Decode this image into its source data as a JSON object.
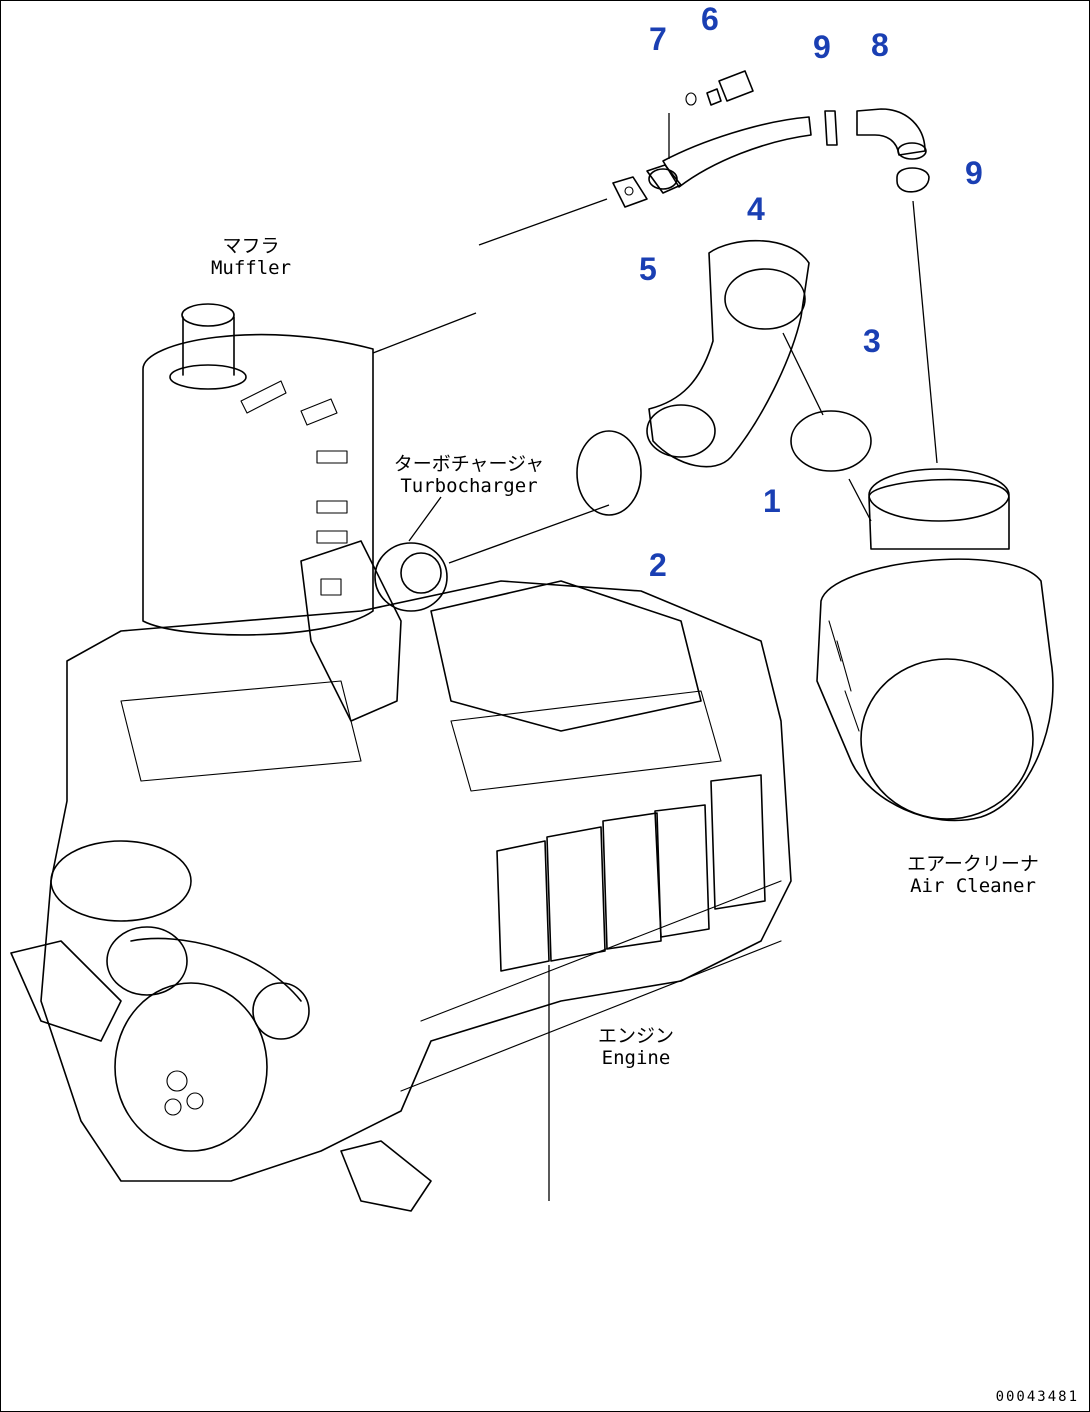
{
  "callouts": [
    {
      "id": "1",
      "text": "1"
    },
    {
      "id": "2",
      "text": "2"
    },
    {
      "id": "3",
      "text": "3"
    },
    {
      "id": "4",
      "text": "4"
    },
    {
      "id": "5",
      "text": "5"
    },
    {
      "id": "6",
      "text": "6"
    },
    {
      "id": "7",
      "text": "7"
    },
    {
      "id": "8",
      "text": "8"
    },
    {
      "id": "9a",
      "text": "9"
    },
    {
      "id": "9b",
      "text": "9"
    }
  ],
  "labels": {
    "muffler_jp": "マフラ",
    "muffler_en": "Muffler",
    "turbo_jp": "ターボチャージャ",
    "turbo_en": "Turbocharger",
    "cleaner_jp": "エアークリーナ",
    "cleaner_en": "Air Cleaner",
    "engine_jp": "エンジン",
    "engine_en": "Engine"
  },
  "drawing_number": "00043481",
  "colors": {
    "callout": "#1a3fb3",
    "line": "#000000",
    "background": "#ffffff"
  }
}
